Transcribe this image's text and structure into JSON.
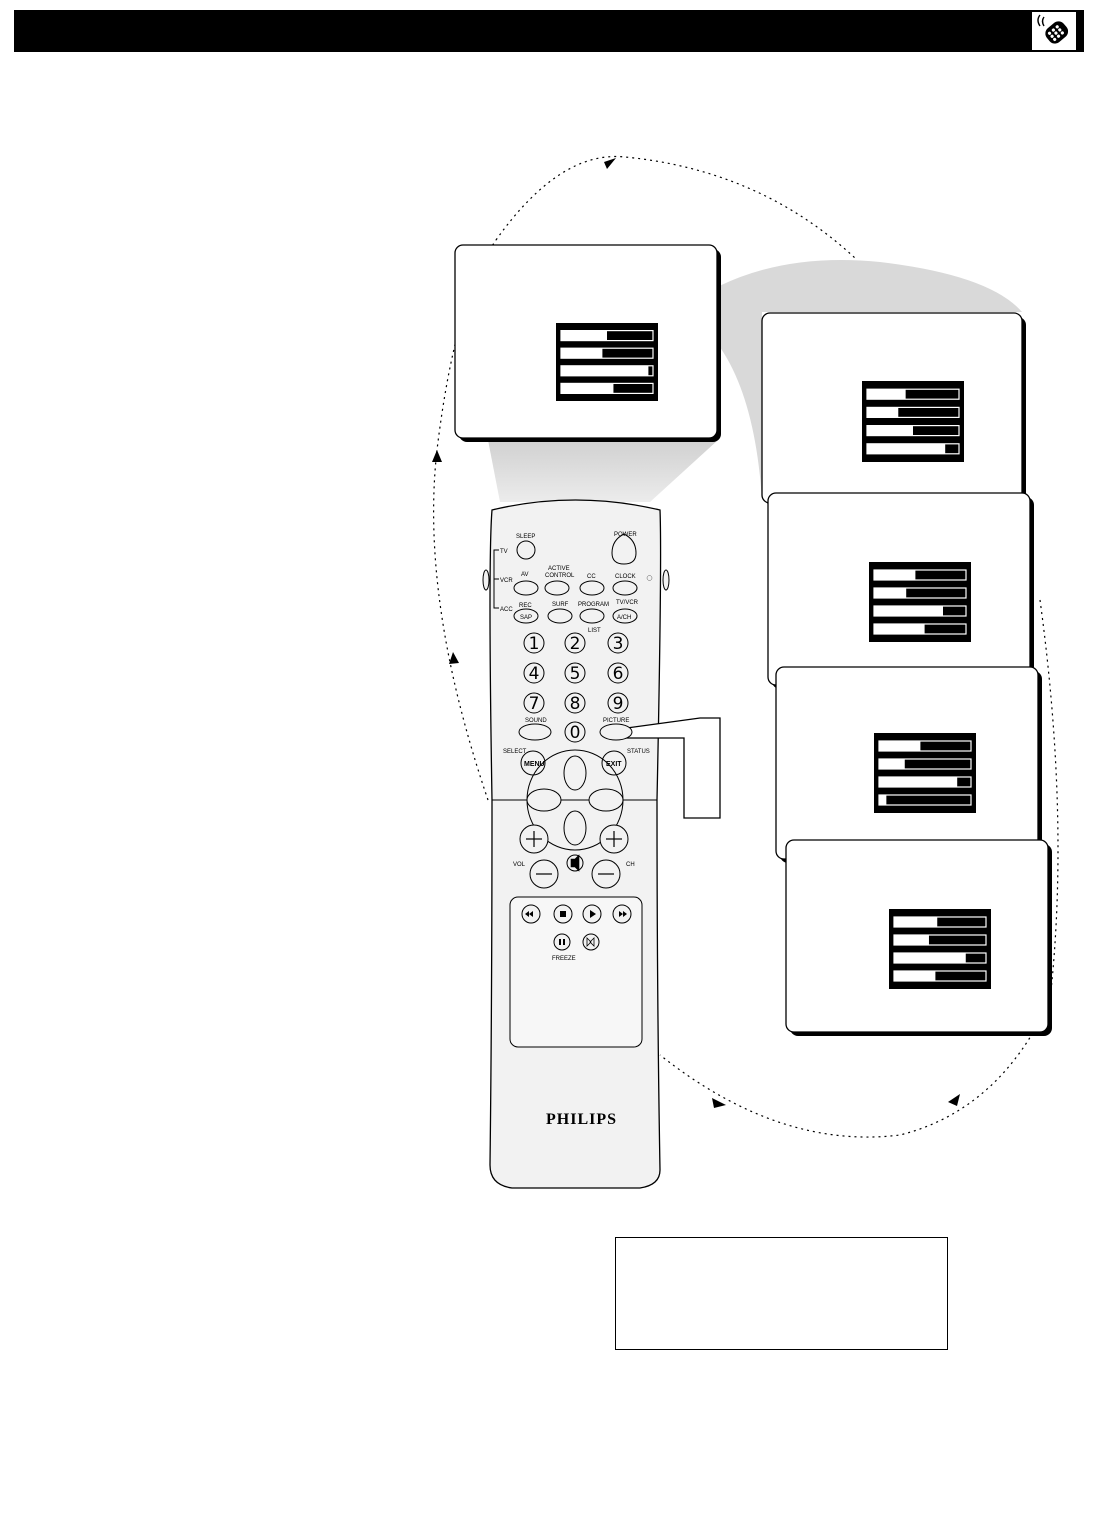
{
  "header": {
    "icon": "remote-control-icon"
  },
  "remote": {
    "brand": "PHILIPS",
    "mode_labels": [
      "TV",
      "VCR",
      "ACC"
    ],
    "buttons": {
      "sleep": "SLEEP",
      "power": "POWER",
      "av": "AV",
      "active_control": "ACTIVE CONTROL",
      "cc": "CC",
      "clock": "CLOCK",
      "rec": "REC",
      "sap": "SAP",
      "surf": "SURF",
      "program": "PROGRAM",
      "list": "LIST",
      "tvvcr": "TV/VCR",
      "ach": "A/CH",
      "sound": "SOUND",
      "picture": "PICTURE",
      "select": "SELECT",
      "menu": "MENU",
      "exit": "EXIT",
      "status": "STATUS",
      "vol": "VOL",
      "ch": "CH",
      "freeze": "FREEZE"
    },
    "digits": [
      "1",
      "2",
      "3",
      "4",
      "5",
      "6",
      "7",
      "8",
      "9",
      "0"
    ]
  },
  "screens": [
    {
      "name": "screen-main",
      "bars": [
        0.5,
        0.45,
        0.95,
        0.57
      ]
    },
    {
      "name": "screen-2",
      "bars": [
        0.42,
        0.34,
        0.5,
        0.85
      ]
    },
    {
      "name": "screen-3",
      "bars": [
        0.45,
        0.35,
        0.75,
        0.55
      ]
    },
    {
      "name": "screen-4",
      "bars": [
        0.45,
        0.28,
        0.85,
        0.08
      ]
    },
    {
      "name": "screen-5",
      "bars": [
        0.47,
        0.38,
        0.78,
        0.45
      ]
    }
  ],
  "colors": {
    "header": "#000000",
    "beam": "#d9d9d9",
    "remote_body": "#f2f2f2"
  }
}
